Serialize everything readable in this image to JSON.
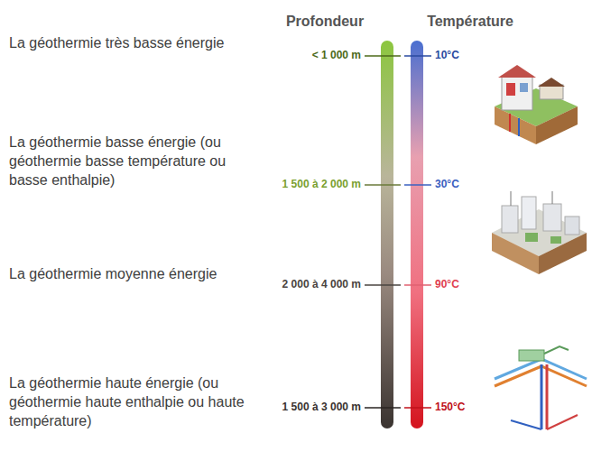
{
  "diagram": {
    "labels": [
      "Profondeur",
      "Température",
      "La géothermie très basse énergie",
      "< 1 000 m",
      "10°C",
      "La géothermie basse énergie (ou géothermie basse température ou basse enthalpie)",
      "1 500 à 2 000 m",
      "30°C",
      "La géothermie moyenne énergie",
      "2 000 à 4 000 m",
      "90°C",
      "La géothermie haute énergie (ou géothermie haute enthalpie ou haute température)",
      "1 500 à 3 000 m",
      "150°C"
    ]
  }
}
